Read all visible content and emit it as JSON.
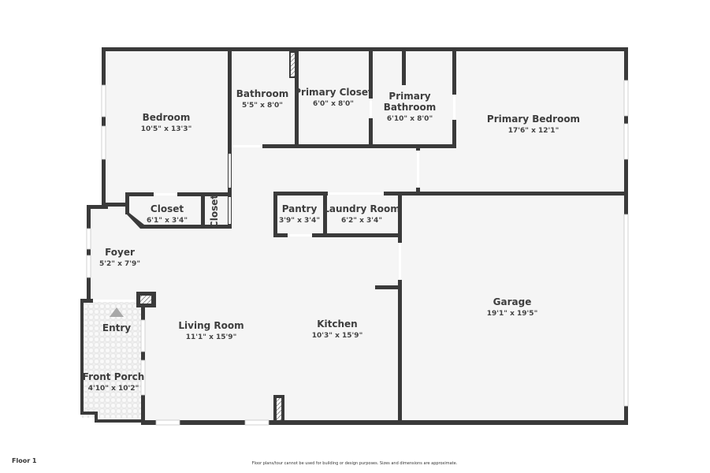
{
  "floor": {
    "label": "Floor 1",
    "disclaimer": "Floor plans/tour cannot be used for building or design purposes. Sizes and dimensions are approximate."
  },
  "colors": {
    "wall": "#3a3a3a",
    "floor": "#f5f5f5",
    "text": "#3d3d3d",
    "entry_arrow": "#a8a8a8"
  },
  "rooms": {
    "bedroom": {
      "name": "Bedroom",
      "dims": "10'5\" x 13'3\""
    },
    "bathroom": {
      "name": "Bathroom",
      "dims": "5'5\" x 8'0\""
    },
    "primary_closet": {
      "name": "Primary Closet",
      "dims": "6'0\" x 8'0\""
    },
    "primary_bathroom": {
      "name": "Primary",
      "name2": "Bathroom",
      "dims": "6'10\" x 8'0\""
    },
    "primary_bedroom": {
      "name": "Primary Bedroom",
      "dims": "17'6\" x 12'1\""
    },
    "closet1": {
      "name": "Closet",
      "dims": "6'1\" x 3'4\""
    },
    "closet2": {
      "name": "Closet"
    },
    "pantry": {
      "name": "Pantry",
      "dims": "3'9\" x 3'4\""
    },
    "laundry": {
      "name": "Laundry Room",
      "dims": "6'2\" x 3'4\""
    },
    "foyer": {
      "name": "Foyer",
      "dims": "5'2\" x 7'9\""
    },
    "entry": {
      "name": "Entry"
    },
    "front_porch": {
      "name": "Front Porch",
      "dims": "4'10\" x 10'2\""
    },
    "living_room": {
      "name": "Living Room",
      "dims": "11'1\" x 15'9\""
    },
    "kitchen": {
      "name": "Kitchen",
      "dims": "10'3\" x 15'9\""
    },
    "garage": {
      "name": "Garage",
      "dims": "19'1\" x 19'5\""
    }
  }
}
